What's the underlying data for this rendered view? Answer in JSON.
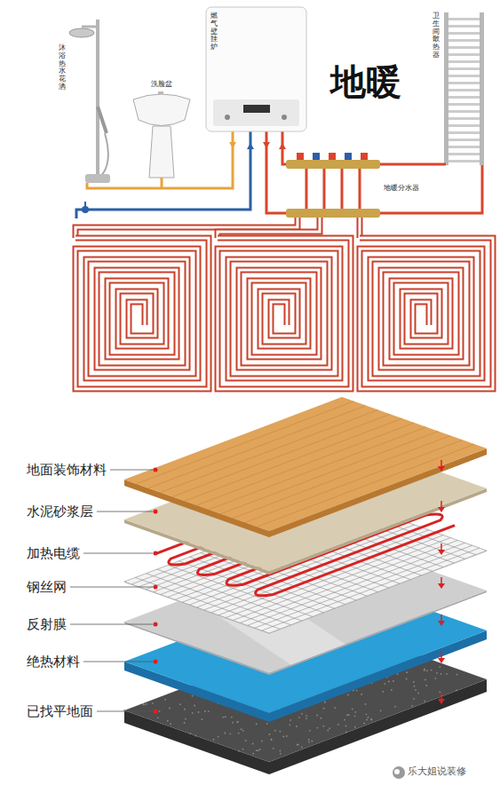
{
  "diagram": {
    "title": "地暖",
    "labels": [
      "沐浴热水花洒",
      "洗脸盆",
      "燃气壁挂炉",
      "卫生间散热器",
      "地暖分水器",
      "地面装饰材料",
      "水泥砂浆层",
      "加热电缆",
      "钢丝网",
      "反射膜",
      "绝热材料",
      "已找平地面",
      "乐大姐说装修"
    ]
  }
}
